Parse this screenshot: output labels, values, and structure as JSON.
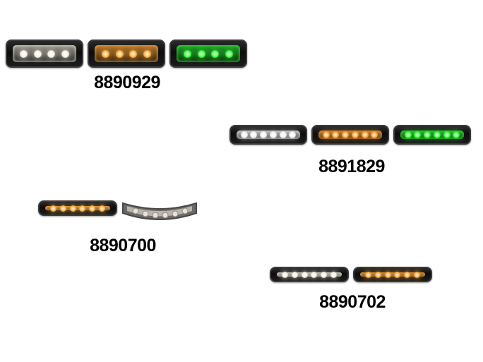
{
  "products": [
    {
      "model": "8890929",
      "lights": [
        {
          "color": "white",
          "glow": "#f5f0e6",
          "lens": "#8f8a80"
        },
        {
          "color": "amber",
          "glow": "#ffb347",
          "lens": "#b0722a"
        },
        {
          "color": "green",
          "glow": "#3dff3d",
          "lens": "#1f9a2a"
        }
      ]
    },
    {
      "model": "8891829",
      "lights": [
        {
          "color": "white",
          "glow": "#f2f2f2",
          "lens": "#9a9a9a"
        },
        {
          "color": "amber",
          "glow": "#ffa53a",
          "lens": "#b36a1c"
        },
        {
          "color": "green",
          "glow": "#36ff36",
          "lens": "#1c8f24"
        }
      ]
    },
    {
      "model": "8890700",
      "lights": [
        {
          "color": "amber",
          "glow": "#ffb24a",
          "lens": "#b3702a"
        },
        {
          "color": "clear-curved",
          "glow": "#d8d4cc",
          "lens": "#7d7a74"
        }
      ]
    },
    {
      "model": "8890702",
      "lights": [
        {
          "color": "white",
          "glow": "#f4efe4",
          "lens": "#8e8a82"
        },
        {
          "color": "amber",
          "glow": "#ffaa40",
          "lens": "#b56e22"
        }
      ]
    }
  ]
}
